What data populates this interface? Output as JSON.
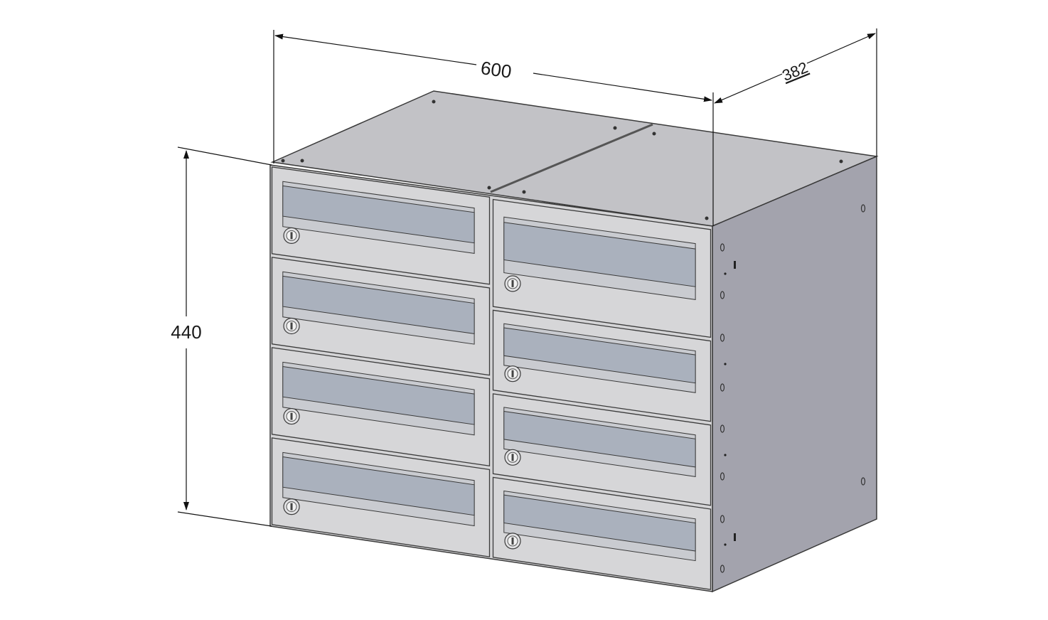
{
  "dimensions": {
    "width": "600",
    "depth": "382",
    "height": "440"
  },
  "unit": {
    "columns": 2,
    "rows": 4
  },
  "colors": {
    "front_panel": "#d6d6d8",
    "side_panel": "#a2a2ac",
    "top_panel": "#c0c0c4",
    "slot": "#aab1bd",
    "outline": "#3a3a3a",
    "dimension_line": "#111111"
  }
}
